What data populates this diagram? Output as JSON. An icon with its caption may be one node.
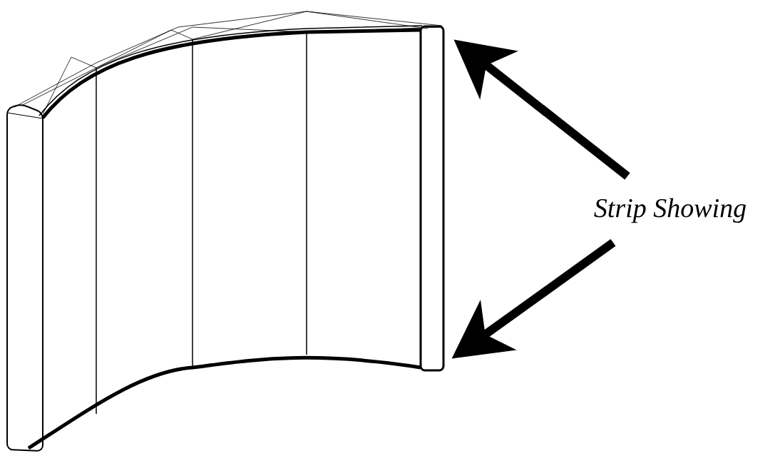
{
  "diagram": {
    "nodes": [
      {
        "text": [
          "Strip Showing"
        ]
      },
      {
        "text": [],
        "shape": "bar"
      }
    ],
    "edges": [
      {
        "from": 0,
        "to": 1,
        "arrow": "to"
      },
      {
        "from": 0,
        "to": 1,
        "arrow": "to"
      }
    ]
  }
}
